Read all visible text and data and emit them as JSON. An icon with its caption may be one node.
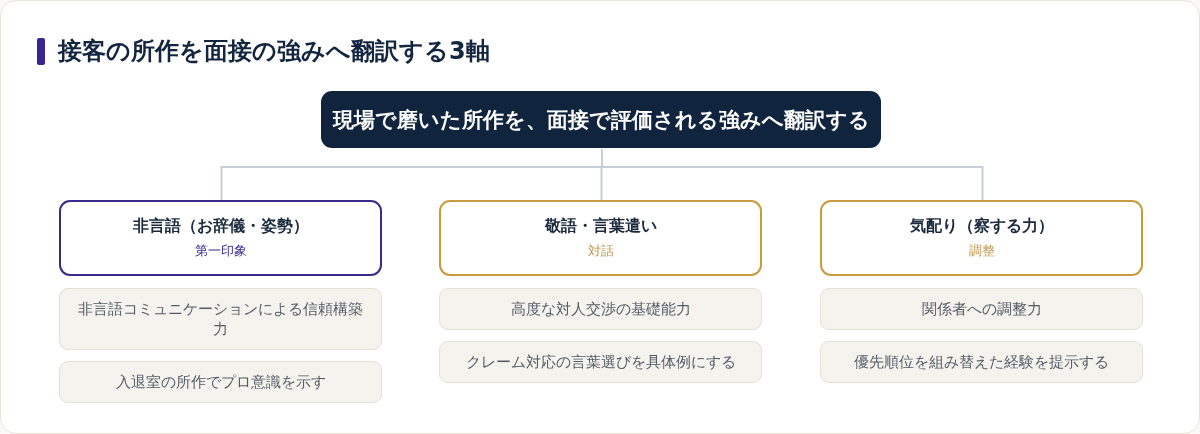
{
  "diagram": {
    "title": "接客の所作を面接の強みへ翻訳する3軸",
    "nodes": [
      {
        "text": [
          "現場で磨いた所作を、面接で評価される強みへ翻訳する"
        ]
      },
      {
        "text": [
          "非言語（お辞儀・姿勢）",
          "第一印象"
        ]
      },
      {
        "text": [
          "非言語コミュニケーションによる信頼構築力"
        ]
      },
      {
        "text": [
          "入退室の所作でプロ意識を示す"
        ]
      },
      {
        "text": [
          "敬語・言葉遣い",
          "対話"
        ]
      },
      {
        "text": [
          "高度な対人交渉の基礎能力"
        ]
      },
      {
        "text": [
          "クレーム対応の言葉選びを具体例にする"
        ]
      },
      {
        "text": [
          "気配り（察する力）",
          "調整"
        ]
      },
      {
        "text": [
          "関係者への調整力"
        ]
      },
      {
        "text": [
          "優先順位を組み替えた経験を提示する"
        ]
      }
    ],
    "edges": [
      {
        "from": 0,
        "to": 1,
        "arrow": "none"
      },
      {
        "from": 0,
        "to": 4,
        "arrow": "none"
      },
      {
        "from": 0,
        "to": 7,
        "arrow": "none"
      }
    ]
  }
}
